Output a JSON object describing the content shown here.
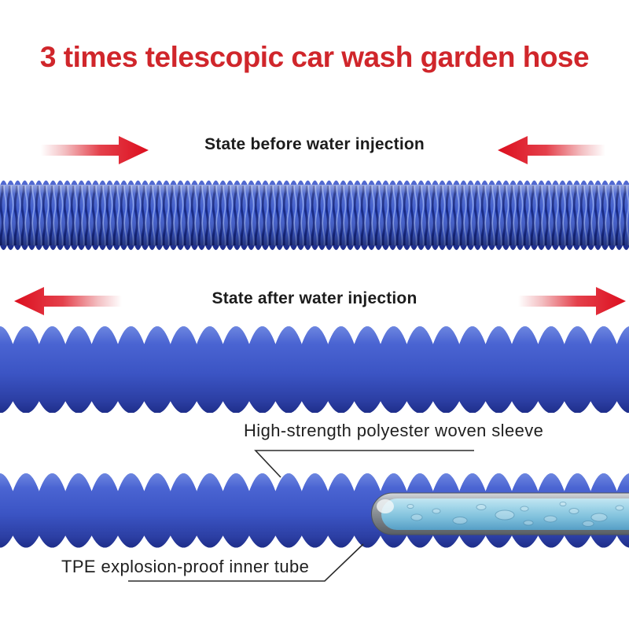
{
  "title": "3 times telescopic car wash garden hose",
  "states": {
    "before": {
      "label": "State before water injection"
    },
    "after": {
      "label": "State after water injection"
    }
  },
  "part_labels": {
    "sleeve": "High-strength polyester woven sleeve",
    "inner_tube": "TPE explosion-proof inner tube"
  },
  "colors": {
    "background": "#ffffff",
    "title_red": "#d0262b",
    "arrow_red": "#e01322",
    "hose_blue": "#3d55c5",
    "hose_blue_dark": "#18298a",
    "hose_blue_light": "#8aa2ec",
    "tube_cyan": "#8ecfe6",
    "tube_rim_gray": "#878d93",
    "label_black": "#1f1f1f"
  }
}
